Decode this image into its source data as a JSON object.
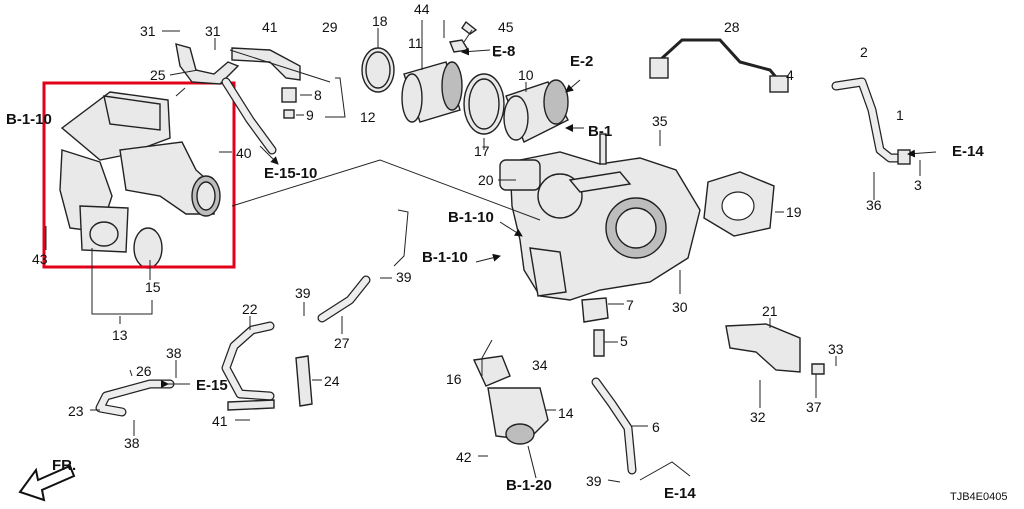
{
  "diagram": {
    "highlight_color": "#e3001b",
    "callouts": [
      "31",
      "31",
      "41",
      "29",
      "18",
      "44",
      "45",
      "11",
      "28",
      "2",
      "4",
      "25",
      "8",
      "9",
      "12",
      "10",
      "1",
      "17",
      "35",
      "40",
      "20",
      "19",
      "3",
      "36",
      "43",
      "15",
      "13",
      "39",
      "22",
      "39",
      "30",
      "27",
      "7",
      "21",
      "5",
      "33",
      "26",
      "38",
      "16",
      "34",
      "24",
      "14",
      "37",
      "32",
      "23",
      "41",
      "38",
      "6",
      "42",
      "39"
    ],
    "references": [
      "B-1-10",
      "E-8",
      "E-2",
      "B-1",
      "E-14",
      "E-15-10",
      "B-1-10",
      "B-1-10",
      "E-15",
      "B-1-20",
      "E-14"
    ],
    "front_label": "FR.",
    "diagram_code": "TJB4E0405"
  }
}
